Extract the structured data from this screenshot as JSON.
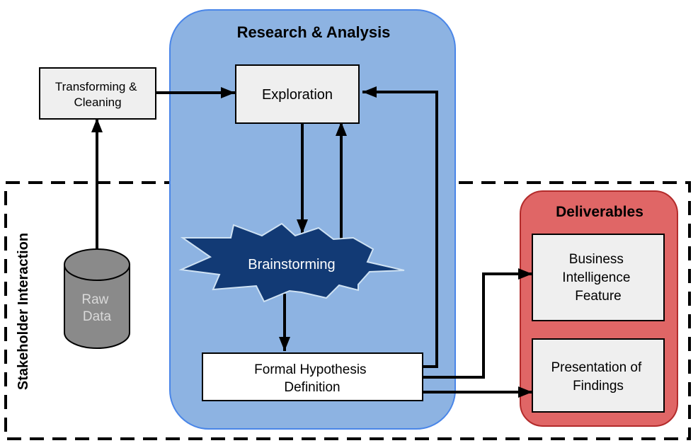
{
  "regions": {
    "research_analysis": "Research & Analysis",
    "deliverables": "Deliverables",
    "stakeholder_interaction": "Stakeholder Interaction"
  },
  "nodes": {
    "transforming": [
      "Transforming &",
      "Cleaning"
    ],
    "exploration": "Exploration",
    "brainstorming": "Brainstorming",
    "hypothesis": [
      "Formal Hypothesis",
      "Definition"
    ],
    "raw_data": [
      "Raw",
      "Data"
    ],
    "business_intelligence": [
      "Business",
      "Intelligence",
      "Feature"
    ],
    "presentation": [
      "Presentation of",
      "Findings"
    ]
  },
  "colors": {
    "research_fill": "#8db3e2",
    "research_stroke": "#4a86e8",
    "deliverables_fill": "#e06666",
    "deliverables_stroke": "#b32b2b",
    "box_fill": "#efefef",
    "white_box_fill": "#ffffff",
    "burst_fill": "#123a75",
    "burst_stroke": "#cfe2f3",
    "cylinder_fill": "#8a8a8a",
    "cylinder_text": "#d9d9d9"
  }
}
